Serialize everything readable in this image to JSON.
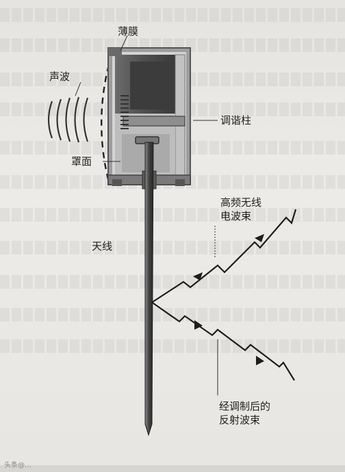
{
  "diagram": {
    "labels": {
      "film": "薄膜",
      "sound_wave": "声波",
      "tuning_post": "调谐柱",
      "cover": "罩面",
      "hf_beam_line1": "高频无线",
      "hf_beam_line2": "电波束",
      "antenna": "天线",
      "reflected_line1": "经调制后的",
      "reflected_line2": "反射波束"
    },
    "watermark": "头条@…"
  }
}
